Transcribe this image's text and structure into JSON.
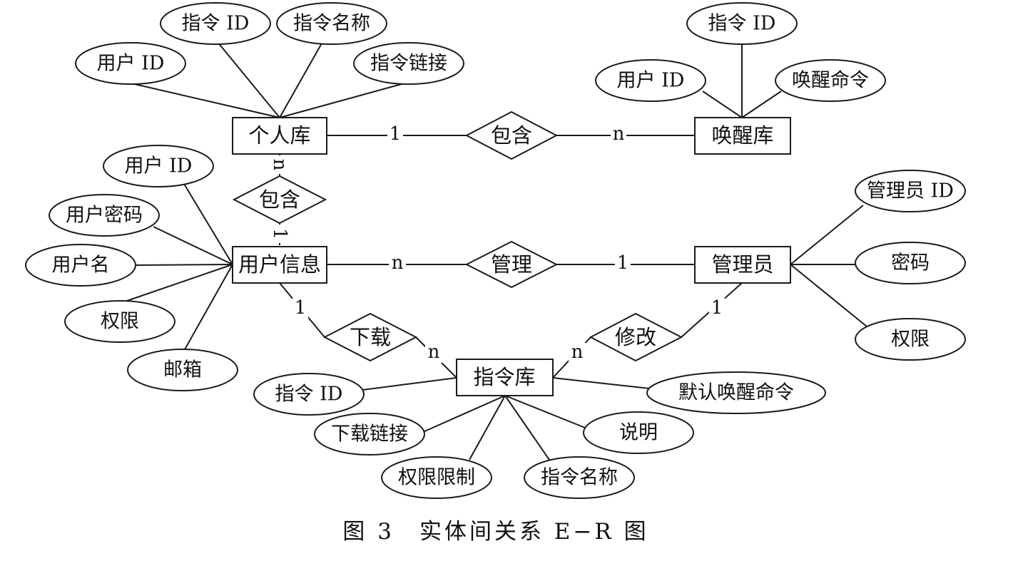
{
  "diagram": {
    "entities": {
      "personal_lib": "个人库",
      "wake_lib": "唤醒库",
      "user_info": "用户信息",
      "admin": "管理员",
      "command_lib": "指令库"
    },
    "relationships": {
      "contains_top": "包含",
      "contains_left": "包含",
      "manage": "管理",
      "download": "下载",
      "modify": "修改"
    },
    "attributes": {
      "personal_user_id": "用户 ID",
      "personal_cmd_id": "指令 ID",
      "personal_cmd_name": "指令名称",
      "personal_cmd_link": "指令链接",
      "wake_cmd_id": "指令 ID",
      "wake_user_id": "用户 ID",
      "wake_command": "唤醒命令",
      "user_id": "用户 ID",
      "user_password": "用户密码",
      "user_name": "用户名",
      "user_permission": "权限",
      "user_email": "邮箱",
      "admin_id": "管理员 ID",
      "admin_password": "密码",
      "admin_permission": "权限",
      "cmd_id": "指令 ID",
      "cmd_download_link": "下载链接",
      "cmd_permission_limit": "权限限制",
      "cmd_name": "指令名称",
      "cmd_description": "说明",
      "cmd_default_wake": "默认唤醒命令"
    },
    "cardinalities": {
      "top_left": "1",
      "top_right": "n",
      "left_top": "n",
      "left_bottom": "1",
      "manage_left": "n",
      "manage_right": "1",
      "download_left": "1",
      "download_right": "n",
      "modify_left": "n",
      "modify_right": "1"
    }
  },
  "caption": "图 3　实体间关系 E−R 图"
}
